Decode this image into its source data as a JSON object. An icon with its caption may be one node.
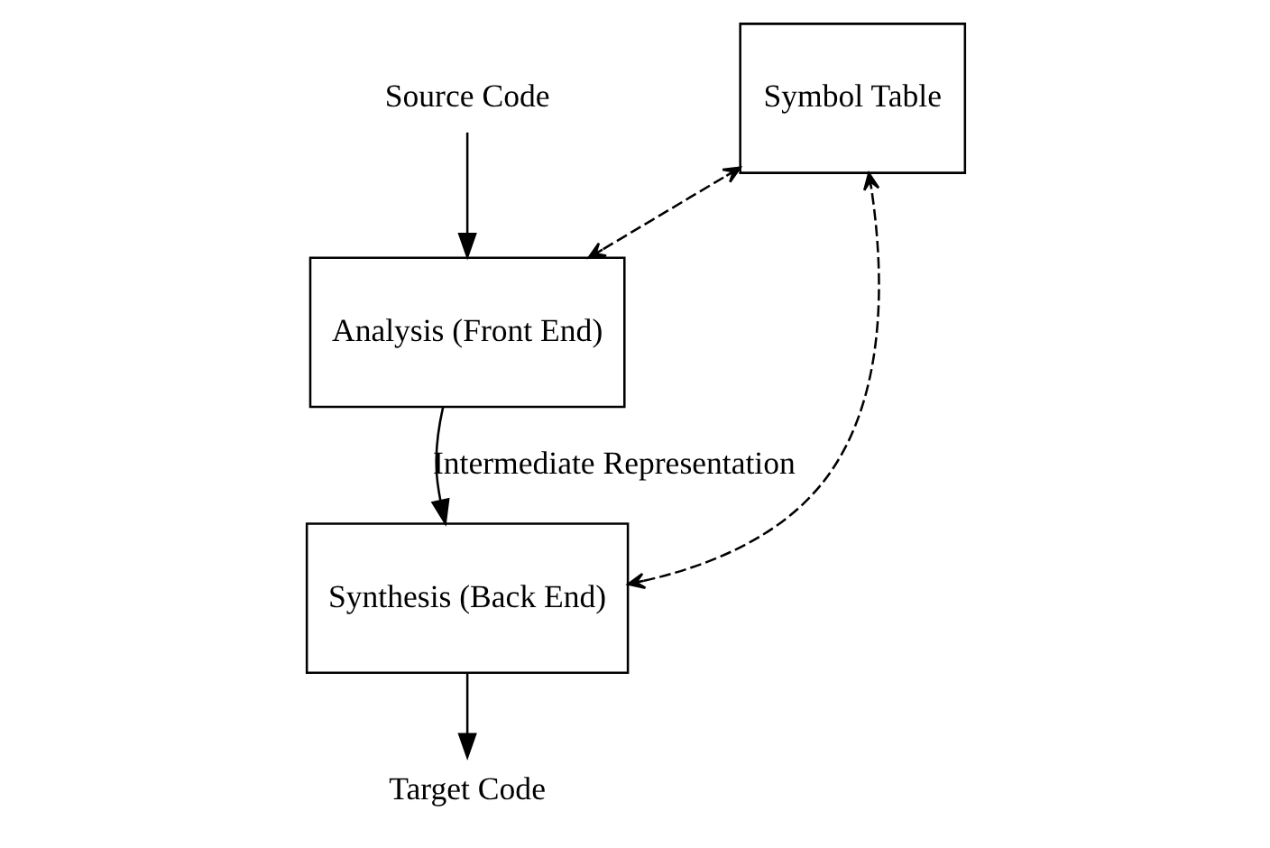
{
  "diagram": {
    "nodes": [
      {
        "text": [
          "Source Code"
        ]
      },
      {
        "text": [
          "Analysis (Front End)"
        ]
      },
      {
        "text": [
          "Synthesis (Back End)"
        ]
      },
      {
        "text": [
          "Symbol Table"
        ]
      },
      {
        "text": [
          "Target Code"
        ]
      }
    ],
    "edges": [
      {
        "from": 0,
        "to": 1,
        "arrow": "to"
      },
      {
        "from": 1,
        "to": 2,
        "arrow": "to",
        "label": "Intermediate Representation"
      },
      {
        "from": 2,
        "to": 4,
        "arrow": "to"
      },
      {
        "from": 1,
        "to": 3,
        "arrow": "both",
        "style": "dashed"
      },
      {
        "from": 2,
        "to": 3,
        "arrow": "both",
        "style": "dashed"
      }
    ]
  }
}
